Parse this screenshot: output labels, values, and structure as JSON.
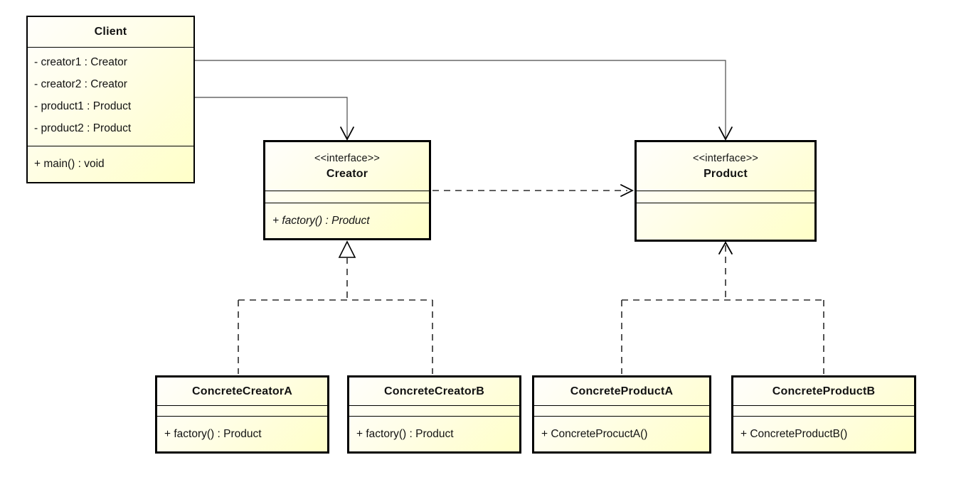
{
  "diagram": {
    "kind": "uml-class-diagram",
    "classes": {
      "client": {
        "name": "Client",
        "attributes": [
          "- creator1 : Creator",
          "- creator2 : Creator",
          "- product1 : Product",
          "- product2 : Product"
        ],
        "methods": [
          "+ main() : void"
        ]
      },
      "creator": {
        "stereotype": "<<interface>>",
        "name": "Creator",
        "methods": [
          "+ factory() : Product"
        ]
      },
      "product": {
        "stereotype": "<<interface>>",
        "name": "Product"
      },
      "concrete_creator_a": {
        "name": "ConcreteCreatorA",
        "methods": [
          "+ factory() : Product"
        ]
      },
      "concrete_creator_b": {
        "name": "ConcreteCreatorB",
        "methods": [
          "+ factory() : Product"
        ]
      },
      "concrete_product_a": {
        "name": "ConcreteProductA",
        "methods": [
          "+ ConcreteProcuctA()"
        ]
      },
      "concrete_product_b": {
        "name": "ConcreteProductB",
        "methods": [
          "+ ConcreteProductB()"
        ]
      }
    },
    "relationships": [
      "Client -> Creator (association, open arrow)",
      "Client -> Product (association, open arrow)",
      "Creator ..> Product (dashed dependency, open arrow)",
      "ConcreteCreatorA ..|> Creator (realization, hollow triangle)",
      "ConcreteCreatorB ..|> Creator (realization, hollow triangle)",
      "ConcreteProductA ..> Product (dashed, open arrow)",
      "ConcreteProductB ..> Product (dashed, open arrow)"
    ],
    "colors": {
      "box_fill_light": "#fffefb",
      "box_fill_dark": "#ffffc8",
      "box_border": "#000000",
      "solid_line": "#4a4a4a",
      "dashed_line": "#2b2b2b",
      "background": "#ffffff"
    }
  }
}
